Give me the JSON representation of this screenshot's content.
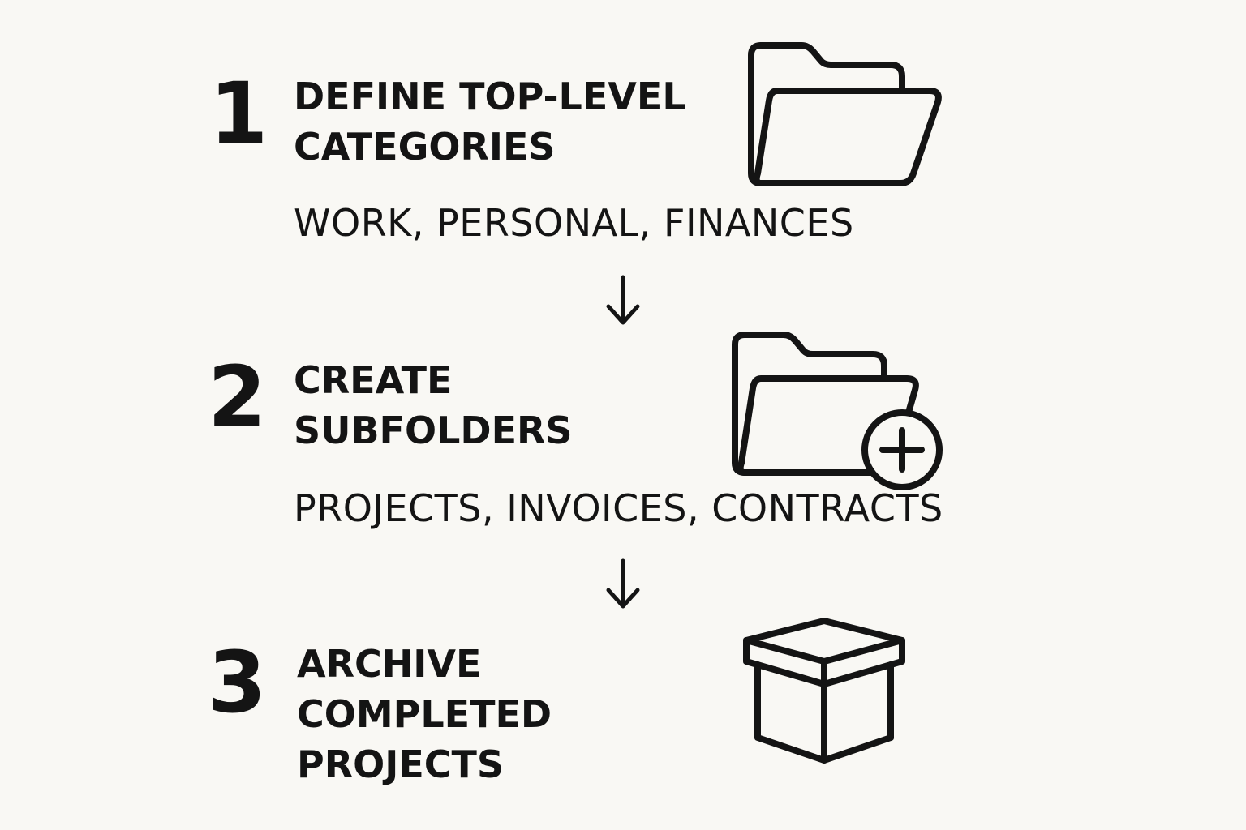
{
  "steps": [
    {
      "number": "1",
      "title_lines": [
        "DEFINE TOP-LEVEL",
        "CATEGORIES"
      ],
      "description": "WORK, PERSONAL, FINANCES",
      "icon": "folder-icon"
    },
    {
      "number": "2",
      "title_lines": [
        "CREATE",
        "SUBFOLDERS"
      ],
      "description": "PROJECTS, INVOICES, CONTRACTS",
      "icon": "folder-plus-icon"
    },
    {
      "number": "3",
      "title_lines": [
        "ARCHIVE",
        "COMPLETED",
        "PROJECTS"
      ],
      "description": "",
      "icon": "archive-box-icon"
    }
  ],
  "colors": {
    "background": "#f9f8f4",
    "ink": "#141414"
  }
}
